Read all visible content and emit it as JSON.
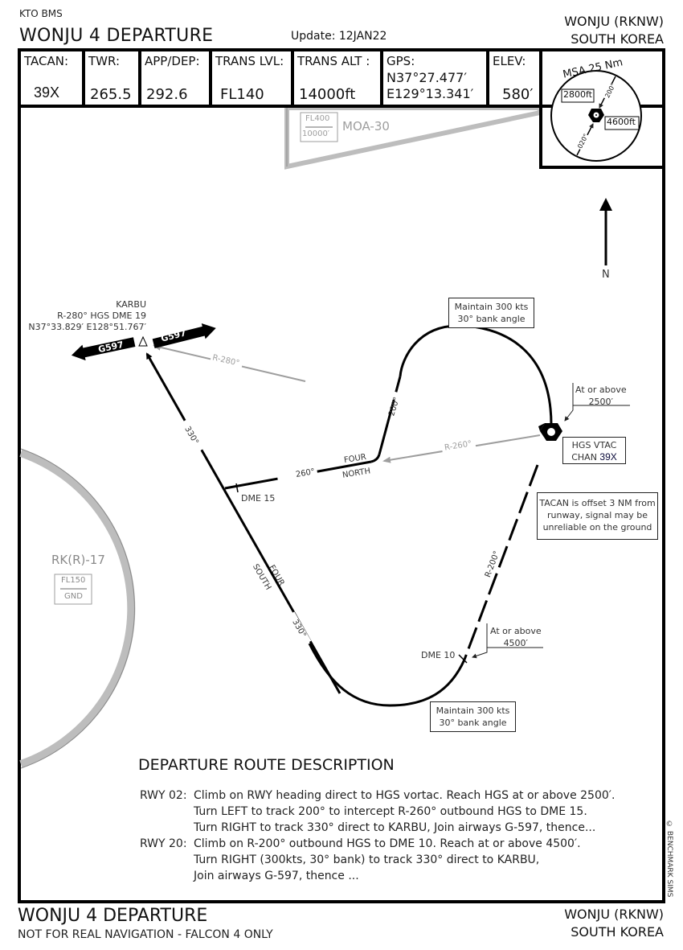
{
  "header": {
    "source": "KTO BMS",
    "title": "WONJU 4 DEPARTURE",
    "update": "Update: 12JAN22",
    "airport_line1": "WONJU (RKNW)",
    "airport_line2": "SOUTH KOREA"
  },
  "info": {
    "tacan": {
      "label": "TACAN:",
      "value": "39X"
    },
    "twr": {
      "label": "TWR:",
      "value": "265.5"
    },
    "app_dep": {
      "label": "APP/DEP:",
      "value": "292.6"
    },
    "trans_lvl": {
      "label": "TRANS LVL:",
      "value": "FL140"
    },
    "trans_alt": {
      "label": "TRANS ALT :",
      "value": "14000ft"
    },
    "gps": {
      "label": "GPS:",
      "lat": "N37°27.477′",
      "lon": "E129°13.341′"
    },
    "elev": {
      "label": "ELEV:",
      "value": "580′"
    }
  },
  "msa": {
    "title": "MSA 25 Nm",
    "sector_a_alt": "2800ft",
    "sector_b_alt": "4600ft",
    "bearing_1": "200°",
    "bearing_2": "020°"
  },
  "map": {
    "north_label": "N",
    "moa": {
      "name": "MOA-30",
      "upper": "FL400",
      "lower": "10000′"
    },
    "restricted": {
      "name": "RK(R)-17",
      "upper": "FL150",
      "lower": "GND"
    },
    "karbu": {
      "name": "KARBU",
      "radial": "R-280° HGS DME 19",
      "coords": "N37°33.829′ E128°51.767′"
    },
    "airway_left": "G597",
    "airway_right": "G597",
    "r280_label": "R-280°",
    "r260_label": "R-260°",
    "r200_label": "R-200°",
    "track_330_upper": "330°",
    "track_330_lower": "330°",
    "track_260": "260°",
    "track_200": "200°",
    "four_north_1": "FOUR",
    "four_north_2": "NORTH",
    "four_south_1": "FOUR",
    "four_south_2": "SOUTH",
    "dme15": "DME 15",
    "dme10": "DME 10",
    "vtac_line1": "HGS VTAC",
    "vtac_line2_prefix": "CHAN ",
    "vtac_chan": "39X",
    "note_maintain_top_1": "Maintain 300 kts",
    "note_maintain_top_2": "30° bank angle",
    "note_maintain_bottom_1": "Maintain 300 kts",
    "note_maintain_bottom_2": "30° bank angle",
    "note_2500_1": "At or above",
    "note_2500_2": "2500′",
    "note_4500_1": "At or above",
    "note_4500_2": "4500′",
    "note_tacan_1": "TACAN is offset 3 NM from",
    "note_tacan_2": "runway, signal may be",
    "note_tacan_3": "unreliable on the ground"
  },
  "description": {
    "title": "DEPARTURE ROUTE DESCRIPTION",
    "rwy02_label": "RWY 02:",
    "rwy02_lines": [
      "Climb on RWY heading direct to HGS vortac. Reach HGS at or above 2500′.",
      "Turn LEFT to track 200° to intercept R-260° outbound HGS to DME 15.",
      "Turn RIGHT to track 330° direct to KARBU, Join airways G-597, thence..."
    ],
    "rwy20_label": "RWY 20:",
    "rwy20_lines": [
      "Climb on R-200° outbound HGS to DME 10. Reach at or above 4500′.",
      "Turn RIGHT (300kts, 30° bank) to track 330° direct to KARBU,",
      "Join airways G-597, thence ..."
    ]
  },
  "footer": {
    "title": "WONJU 4 DEPARTURE",
    "disclaimer": "NOT FOR REAL NAVIGATION - FALCON 4 ONLY",
    "airport_line1": "WONJU (RKNW)",
    "airport_line2": "SOUTH KOREA",
    "copyright": "© BENCHMARK SIMS"
  },
  "colors": {
    "ink": "#000000",
    "airspace_gray": "#bdbdbd",
    "radial_gray": "#9e9e9e",
    "chan_blue": "#0a0a3a"
  }
}
